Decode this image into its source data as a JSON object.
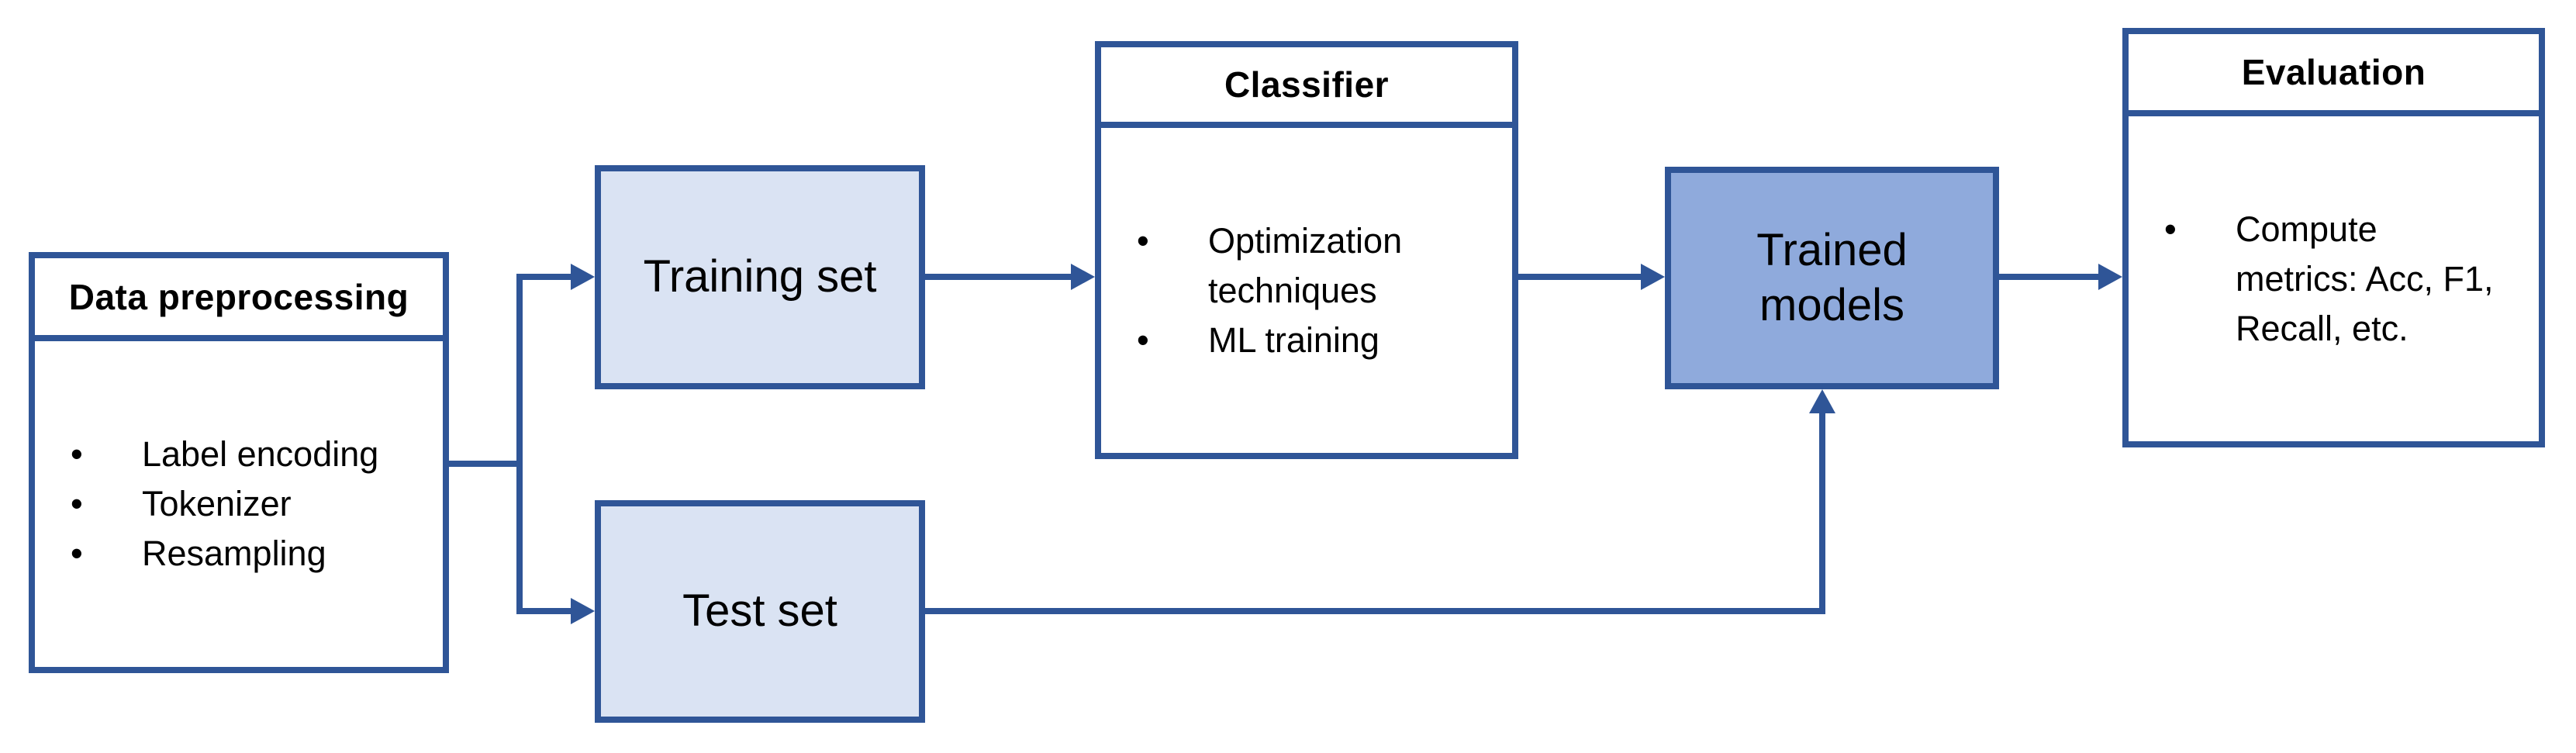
{
  "diagram": {
    "bullet_marker": "•",
    "colors": {
      "line": "#2F5597",
      "light_fill": "#DAE3F3",
      "medium_fill": "#8FAADC",
      "header_box_fill": "#FFFFFF",
      "text": "#000000",
      "background": "#FFFFFF"
    },
    "nodes": {
      "data_preprocessing": {
        "title": "Data preprocessing",
        "bullets": [
          "Label encoding",
          "Tokenizer",
          "Resampling"
        ]
      },
      "training_set": {
        "label": "Training set"
      },
      "test_set": {
        "label": "Test set"
      },
      "classifier": {
        "title": "Classifier",
        "bullets": [
          "Optimization techniques",
          "ML training"
        ]
      },
      "trained_models": {
        "label": "Trained models"
      },
      "evaluation": {
        "title": "Evaluation",
        "bullets": [
          "Compute metrics: Acc, F1, Recall, etc."
        ]
      }
    },
    "edges": [
      "data_preprocessing -> training_set",
      "data_preprocessing -> test_set",
      "training_set -> classifier",
      "classifier -> trained_models",
      "test_set -> trained_models",
      "trained_models -> evaluation"
    ]
  }
}
